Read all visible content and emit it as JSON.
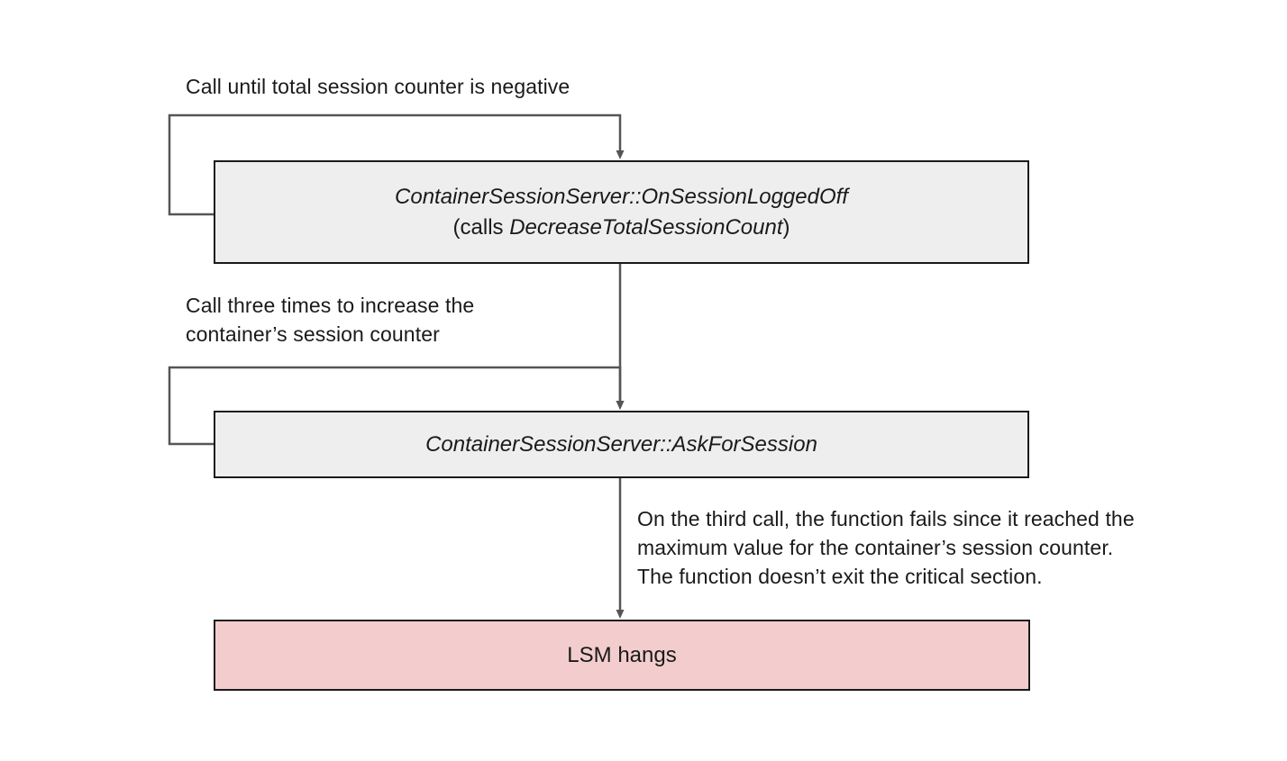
{
  "diagram": {
    "title_note": "Call until total session counter is negative",
    "nodes": [
      {
        "id": "on-session-logged-off",
        "line1": "ContainerSessionServer::OnSessionLoggedOff",
        "line2_prefix": "(calls ",
        "line2_em": "DecreaseTotalSessionCount",
        "line2_suffix": ")",
        "kind": "process"
      },
      {
        "id": "ask-for-session",
        "line1": "ContainerSessionServer::AskForSession",
        "kind": "process"
      },
      {
        "id": "lsm-hangs",
        "line1": "LSM hangs",
        "kind": "error"
      }
    ],
    "annotations": {
      "loop_top": "Call until total session counter is negative",
      "loop_middle": "Call three times to increase the\ncontainer’s session counter",
      "failure": "On the third call, the function fails since it reached the\nmaximum value for the container’s session counter.\nThe function doesn’t exit the critical section."
    },
    "colors": {
      "process_fill": "#eeeeee",
      "error_fill": "#f3cdcd",
      "node_border": "#1a1a1a",
      "edge": "#555555",
      "text": "#1a1a1a"
    }
  }
}
